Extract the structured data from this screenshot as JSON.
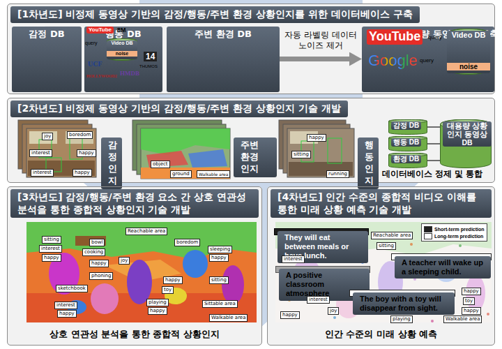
{
  "diagram": {
    "nodes": [
      {
        "text": [
          "[1차년도] 비정제 동영상 기반의 감정/행동/주변 환경 상황인지를 위한 데이터베이스 구축"
        ]
      },
      {
        "text": [
          "감정 DB"
        ],
        "in": 0
      },
      {
        "text": [
          "행동 DB"
        ],
        "in": 0
      },
      {
        "text": [
          "Video DB",
          "noise"
        ],
        "in": 2
      },
      {
        "text": [
          "주변 환경 DB"
        ],
        "in": 0
      },
      {
        "text": [
          "웹 기반 대용량 동영상 DB 구축"
        ],
        "in": 0
      },
      {
        "text": [
          "Video DB",
          "noise"
        ],
        "in": 5
      },
      {
        "text": [
          "[2차년도] 비정제 동영상 기반의 감정/행동/주변 환경 상황인지 기술 개발"
        ]
      },
      {
        "text": [
          "감정 인지"
        ],
        "in": 7
      },
      {
        "text": [
          "주변 환경 인지"
        ],
        "in": 7
      },
      {
        "text": [
          "행동 인지"
        ],
        "in": 7
      },
      {
        "text": [
          "감정 DB"
        ],
        "in": 7
      },
      {
        "text": [
          "행동 DB"
        ],
        "in": 7
      },
      {
        "text": [
          "환경 DB"
        ],
        "in": 7
      },
      {
        "text": [
          "대용량 상황인지 동영상 DB"
        ],
        "in": 7
      },
      {
        "text": [
          "[3차년도] 감정/행동/주변 환경 요소 간 상호 연관성 분석을 통한 종합적 상황인지 기술 개발",
          "상호 연관성 분석을 통한 종합적 상황인지"
        ]
      },
      {
        "text": [
          "[4차년도] 인간 수준의 종합적 비디오 이해를 통한 미래 상황 예측 기술 개발",
          "인간 수준의 미래 상황 예측"
        ]
      },
      {
        "text": [
          "They will eat between meals or have lunch."
        ],
        "in": 16
      },
      {
        "text": [
          "A positive classroom atmosphere"
        ],
        "in": 16
      },
      {
        "text": [
          "A teacher will wake up a sleeping child."
        ],
        "in": 16
      },
      {
        "text": [
          "The boy with a toy will disappear from sight."
        ],
        "in": 16
      }
    ],
    "edges": [
      {
        "from": 4,
        "to": 5,
        "label": "자동 라벨링 데이터 노이즈 제거",
        "arrow": "to"
      },
      {
        "from": 11,
        "to": 14,
        "arrow": "none"
      },
      {
        "from": 12,
        "to": 14,
        "arrow": "none"
      },
      {
        "from": 13,
        "to": 14,
        "arrow": "none"
      }
    ],
    "labels": [
      "YouTube",
      "8M",
      "query",
      "UCF",
      "HMDB",
      "14",
      "THUMOS",
      "HOLLYWOOD2",
      "YouTube",
      "Google",
      "query",
      "query",
      "joy",
      "boredom",
      "interest",
      "happy",
      "interest",
      "happy",
      "object",
      "ground",
      "Walkable area",
      "happy",
      "sitting",
      "running",
      "데이터베이스 정제 및 통합",
      "Reachable area",
      "sitting",
      "interest",
      "happy",
      "bowl",
      "cooking",
      "happy",
      "joy",
      "boredom",
      "sleeping",
      "happy",
      "phoning",
      "sketchbook",
      "happy",
      "sitting",
      "toy",
      "playing",
      "happy",
      "Sittable area",
      "interest",
      "happy",
      "Walkable area",
      "Reachable area",
      "sitting",
      "interest",
      "interest",
      "joy",
      "happy",
      "playing",
      "happy",
      "toy",
      "happy",
      "Walkable area"
    ],
    "legend": [
      {
        "text": "Short-term prediction",
        "color": "#1f1f1f"
      },
      {
        "text": "Long-term prediction",
        "color": "#ffffff"
      }
    ]
  }
}
